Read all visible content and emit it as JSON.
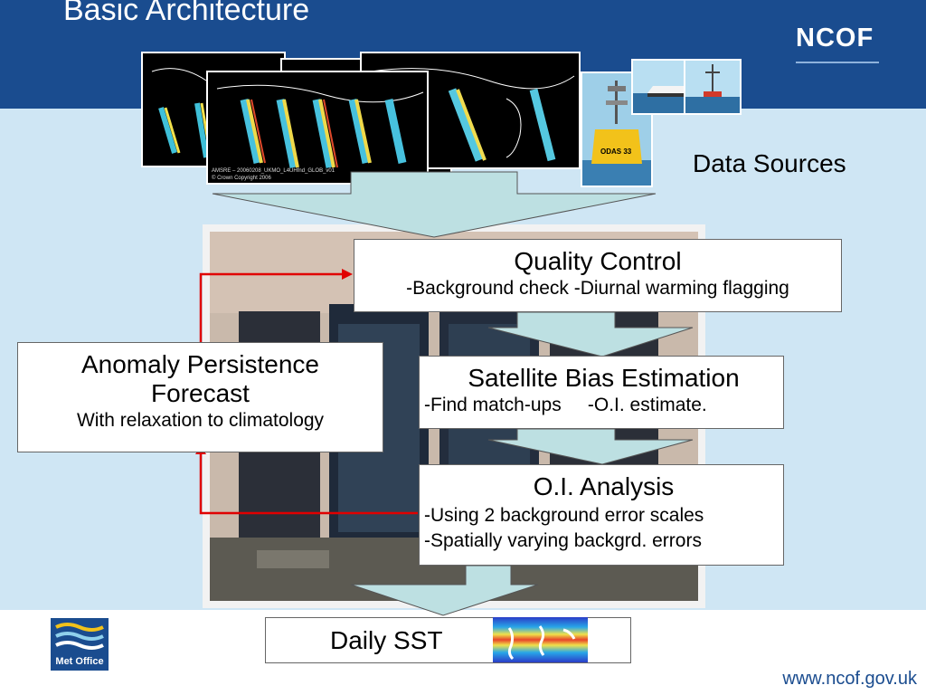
{
  "slide": {
    "title": "Basic Architecture",
    "logo_text": "NCOF",
    "data_sources_label": "Data Sources",
    "footer_url": "www.ncof.gov.uk",
    "metoffice_label": "Met Office"
  },
  "boxes": {
    "quality_control": {
      "title": "Quality Control",
      "sub": "-Background check  -Diurnal warming flagging"
    },
    "anomaly": {
      "title_line1": "Anomaly Persistence",
      "title_line2": "Forecast",
      "sub": "With relaxation to climatology"
    },
    "bias": {
      "title": "Satellite Bias Estimation",
      "sub": "-Find match-ups     -O.I. estimate."
    },
    "oi": {
      "title": "O.I. Analysis",
      "sub1": "-Using 2 background error scales",
      "sub2": "-Spatially varying backgrd. errors"
    },
    "daily": {
      "title": "Daily SST"
    }
  },
  "images": {
    "buoy_label": "ODAS 33",
    "satellite_caption": "AMSRE – 20060208_UKMO_L4UHfnd_GLOB_v01",
    "satellite_copyright": "© Crown Copyright 2006"
  },
  "colors": {
    "header": "#1a4c8f",
    "background": "#cfe6f4",
    "arrow_fill": "#bde0e2",
    "feedback_arrow": "#e00000"
  }
}
